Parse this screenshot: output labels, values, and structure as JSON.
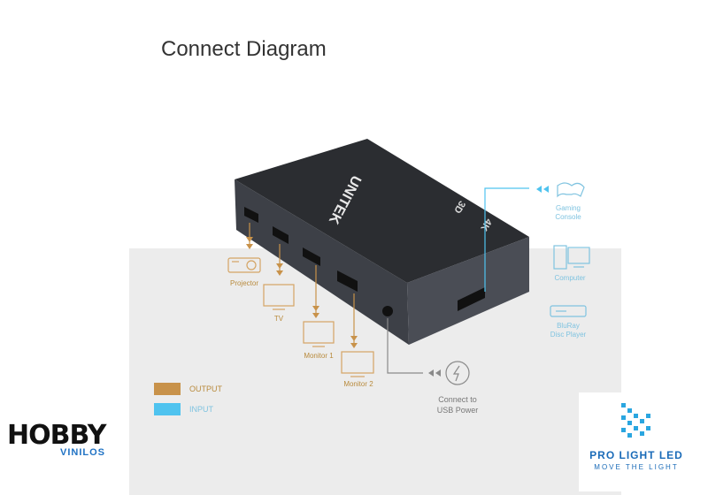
{
  "title": "Connect Diagram",
  "device": {
    "brand": "UNITEK",
    "resolution": "4K",
    "feature": "3D",
    "ports": [
      "Output1",
      "Output2",
      "Output3",
      "Output4",
      "Input",
      "Power"
    ]
  },
  "outputs": [
    {
      "label": "Projector",
      "icon": "projector-icon"
    },
    {
      "label": "TV",
      "icon": "tv-icon"
    },
    {
      "label": "Monitor 1",
      "icon": "monitor-icon"
    },
    {
      "label": "Monitor 2",
      "icon": "monitor-icon"
    }
  ],
  "inputs": [
    {
      "label": "Gaming\nConsole",
      "icon": "gamepad-icon"
    },
    {
      "label": "Computer",
      "icon": "computer-icon"
    },
    {
      "label": "BluRay\nDisc Player",
      "icon": "bluray-player-icon"
    }
  ],
  "usb_power": "Connect to\nUSB Power",
  "legend": [
    {
      "label": "OUTPUT",
      "color": "#c8924a"
    },
    {
      "label": "INPUT",
      "color": "#4fc3ef"
    }
  ],
  "logos": {
    "hobby_main": "HOBBY",
    "hobby_sub": "VINILOS",
    "prolight_main": "PRO LIGHT LED",
    "prolight_sub": "MOVE THE LIGHT"
  },
  "colors": {
    "output": "#c8924a",
    "input": "#4fc3ef",
    "device": "#2b2d31"
  }
}
